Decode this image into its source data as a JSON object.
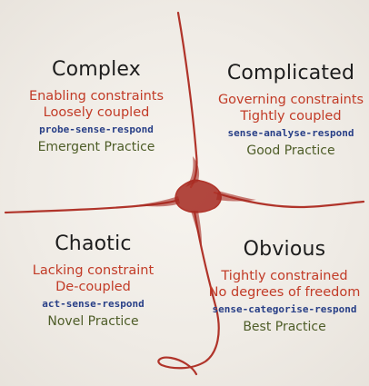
{
  "colors": {
    "title": "#1d1d1d",
    "constraint": "#c23b27",
    "sequence": "#283f87",
    "practice": "#4e5d28",
    "line": "#b0342a",
    "center_fill": "#a5281f"
  },
  "quadrants": {
    "complex": {
      "title": "Complex",
      "constraint": "Enabling constraints",
      "coupling": "Loosely coupled",
      "sequence": "probe-sense-respond",
      "practice": "Emergent Practice"
    },
    "complicated": {
      "title": "Complicated",
      "constraint": "Governing constraints",
      "coupling": "Tightly coupled",
      "sequence": "sense-analyse-respond",
      "practice": "Good Practice"
    },
    "chaotic": {
      "title": "Chaotic",
      "constraint": "Lacking constraint",
      "coupling": "De-coupled",
      "sequence": "act-sense-respond",
      "practice": "Novel Practice"
    },
    "obvious": {
      "title": "Obvious",
      "constraint": "Tightly constrained",
      "coupling": "No degrees of freedom",
      "sequence": "sense-categorise-respond",
      "practice": "Best Practice"
    }
  }
}
